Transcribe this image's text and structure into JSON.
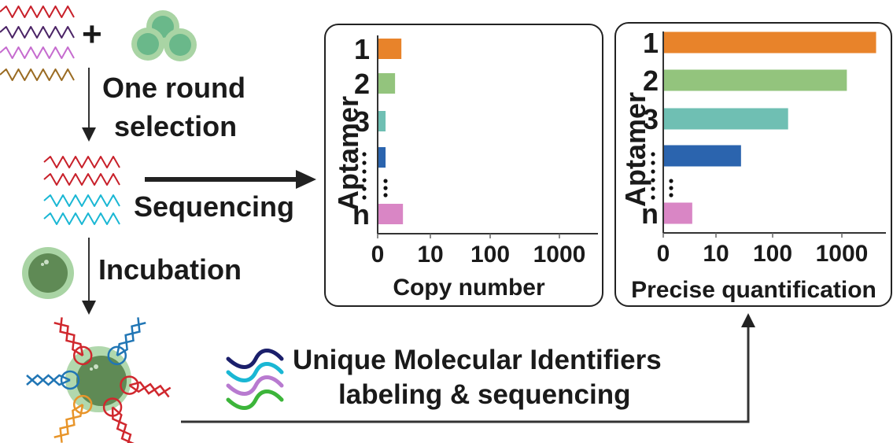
{
  "steps": {
    "plus_sign": "+",
    "selection_line1": "One round",
    "selection_line2": "selection",
    "sequencing": "Sequencing",
    "incubation": "Incubation",
    "umi_line1": "Unique Molecular Identifiers",
    "umi_line2": "labeling & sequencing"
  },
  "colors": {
    "aptamer_1": "#e8832a",
    "aptamer_2": "#93c47d",
    "aptamer_3": "#6fbfb3",
    "aptamer_4": "#2b64ae",
    "aptamer_n": "#d986c5",
    "cell_light": "#a9d4a4",
    "cell_dark": "#5f8a55",
    "cell_group": "#6ab88a",
    "library_red": "#c8202a",
    "library_purple": "#4b2466",
    "library_pink": "#c66ccf",
    "library_brown": "#9a6b22",
    "sequence_cyan": "#1ab7d4",
    "umi_navy": "#1b1f6b",
    "umi_cyan": "#1ab7d4",
    "umi_violet": "#b87ad0",
    "umi_green": "#3cb53a",
    "dna_red": "#d0282e",
    "dna_blue": "#2176b5",
    "dna_orange": "#e8952a"
  },
  "chart_data": [
    {
      "type": "bar",
      "orientation": "horizontal",
      "title": "",
      "ylabel": "Aptamer",
      "xlabel": "Copy number",
      "categories": [
        "1",
        "2",
        "3",
        "⋮",
        "n"
      ],
      "ellipsis_row_labels": [
        "……",
        "⋮"
      ],
      "values": [
        4.5,
        3.3,
        1.5,
        1.5,
        4.8
      ],
      "xscale": "log-with-zero",
      "xticks": [
        "0",
        "10",
        "100",
        "1000"
      ],
      "xlim": [
        0,
        3000
      ],
      "grid": false
    },
    {
      "type": "bar",
      "orientation": "horizontal",
      "title": "",
      "ylabel": "Aptamer",
      "xlabel": "Precise quantification",
      "categories": [
        "1",
        "2",
        "3",
        "⋮",
        "n"
      ],
      "ellipsis_row_labels": [
        "……",
        "⋮"
      ],
      "values": [
        3500,
        1200,
        140,
        25,
        5.5
      ],
      "xscale": "log-with-zero",
      "xticks": [
        "0",
        "10",
        "100",
        "1000"
      ],
      "xlim": [
        0,
        3600
      ],
      "grid": false
    }
  ]
}
